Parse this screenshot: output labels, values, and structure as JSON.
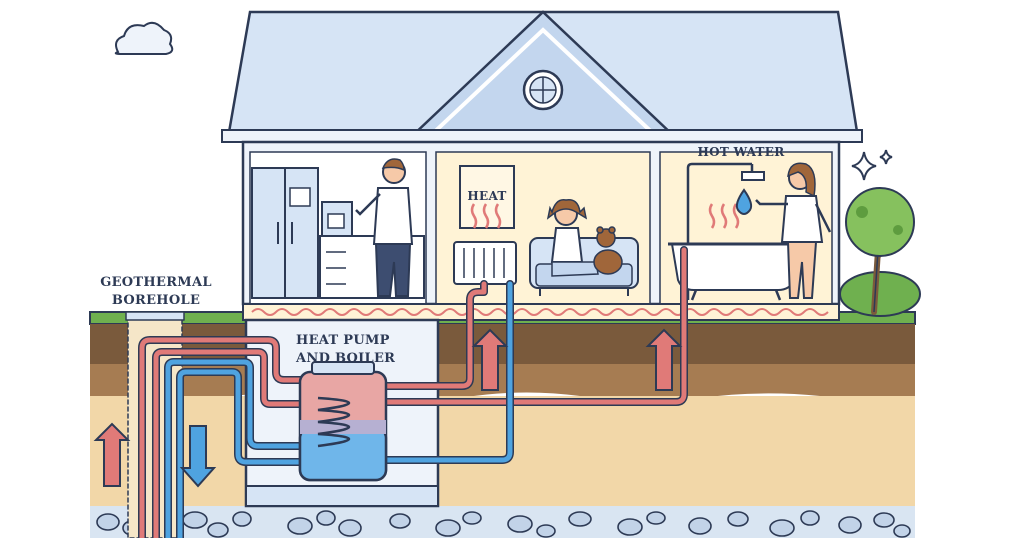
{
  "labels": {
    "borehole_line1": "GEOTHERMAL",
    "borehole_line2": "BOREHOLE",
    "heat_pump_line1": "HEAT PUMP",
    "heat_pump_line2": "AND BOILER",
    "heat": "HEAT",
    "hot_water": "HOT WATER"
  },
  "colors": {
    "outline": "#2d3a55",
    "roof": "#d6e4f5",
    "wall": "#eef3fa",
    "room_warm": "#fff3d6",
    "hot_pipe": "#e07a78",
    "cold_pipe": "#4fa3e0",
    "soil_top": "#7a5a3c",
    "soil_mid": "#a67c52",
    "sand": "#f2d7a8",
    "gravel": "#c7d7ea",
    "grass": "#6fb04f"
  },
  "icons": [
    "cloud-icon",
    "sparkle-icon",
    "tree-icon",
    "window-round-icon",
    "radiator-icon",
    "shower-icon",
    "water-drop-icon",
    "fridge-icon",
    "coffee-machine-icon",
    "sofa-icon",
    "bathtub-icon",
    "boiler-tank-icon",
    "arrow-up-icon",
    "arrow-down-icon"
  ]
}
